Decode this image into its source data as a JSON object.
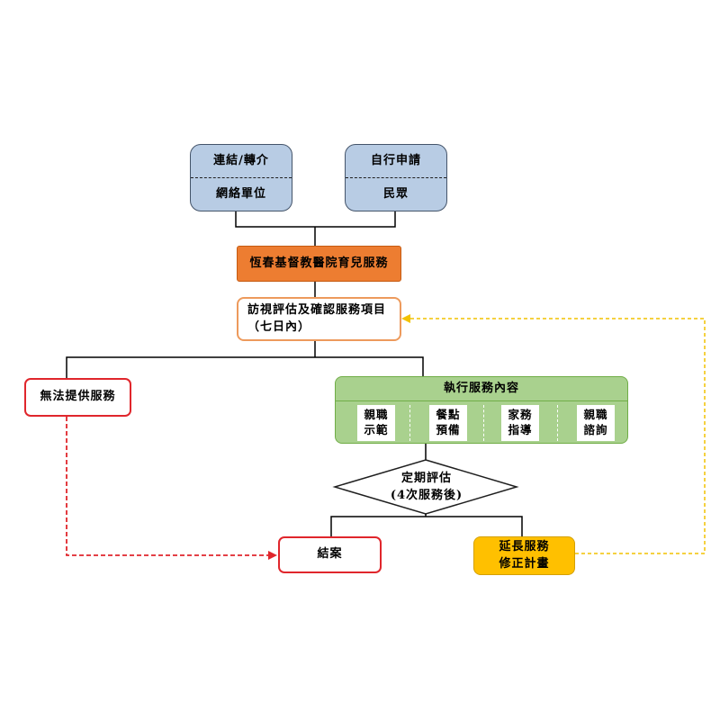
{
  "nodes": {
    "link_referral": {
      "top": "連結/轉介",
      "bottom": "網絡單位"
    },
    "self_apply": {
      "top": "自行申請",
      "bottom": "民眾"
    },
    "hospital": "恆春基督教醫院育兒服務",
    "visit": {
      "line1": "訪視評估及確認服務項目",
      "line2": "（七日內）"
    },
    "no_service": "無法提供服務",
    "execute": {
      "title": "執行服務內容",
      "items": [
        {
          "line1": "親職",
          "line2": "示範"
        },
        {
          "line1": "餐點",
          "line2": "預備"
        },
        {
          "line1": "家務",
          "line2": "指導"
        },
        {
          "line1": "親職",
          "line2": "諮詢"
        }
      ]
    },
    "review": {
      "line1": "定期評估",
      "line2": "(4次服務後)"
    },
    "close": "結案",
    "extend": {
      "line1": "延長服務",
      "line2": "修正計畫"
    }
  },
  "colors": {
    "blue_fill": "#b8cce4",
    "orange_fill": "#ed7d31",
    "green_fill": "#a9d18e",
    "red_border": "#e0262c",
    "yellow_fill": "#ffc000",
    "yellow_dash": "#f2c200"
  }
}
